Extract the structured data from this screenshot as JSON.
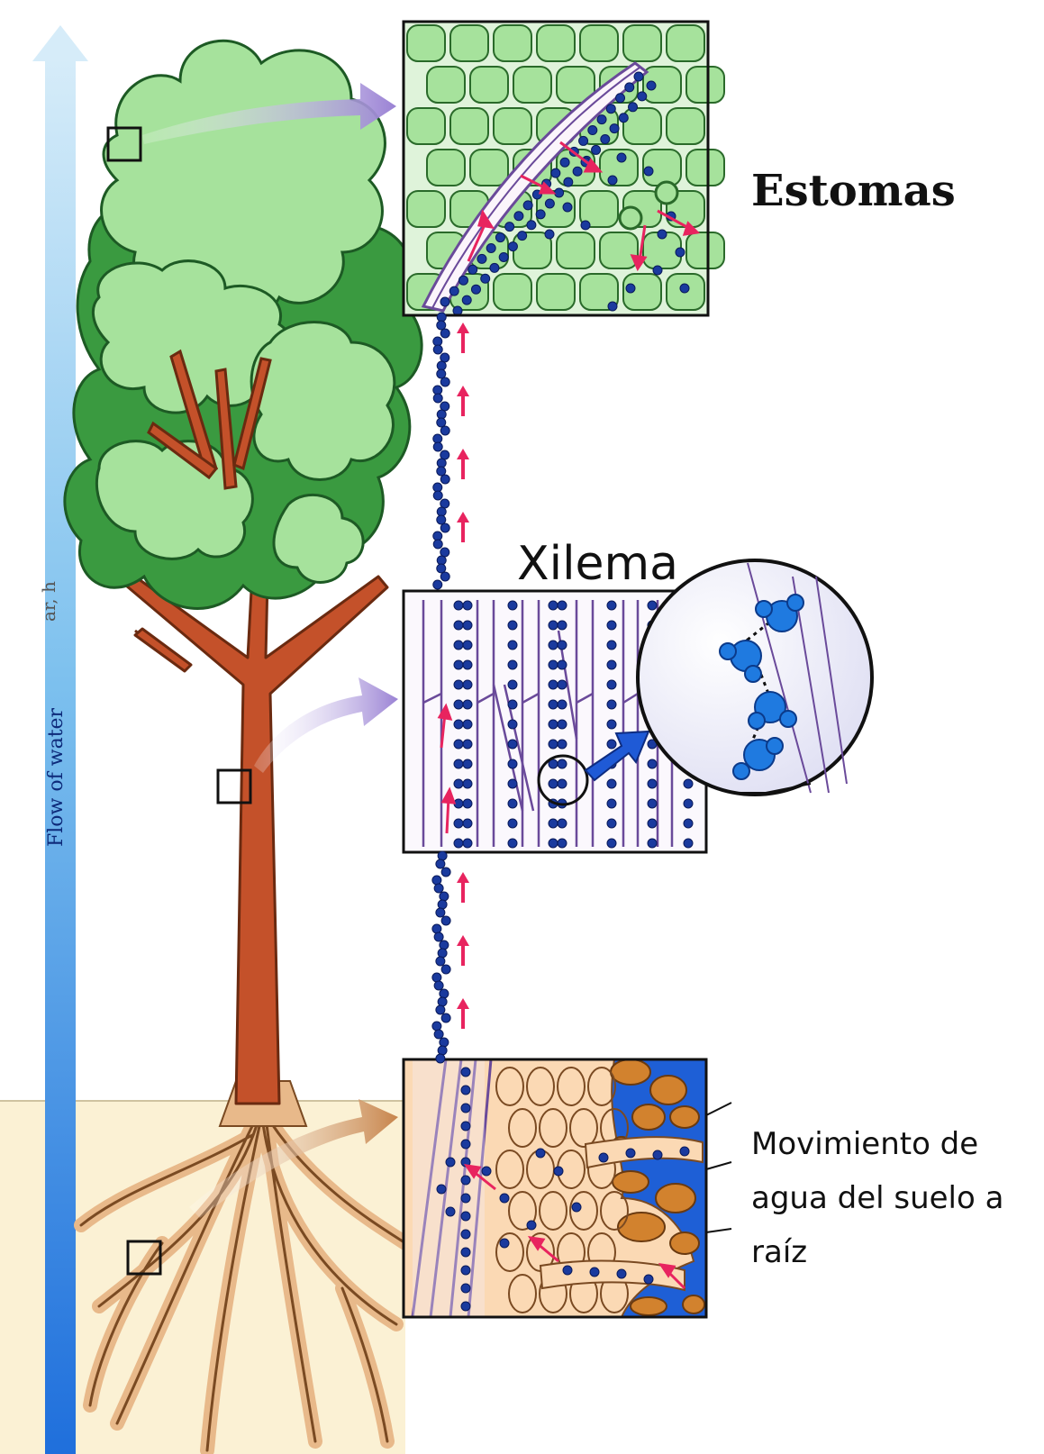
{
  "labels": {
    "stomata": "Estomas",
    "xylem": "Xilema",
    "soil_to_root": "Movimiento de agua del suelo a raíz",
    "flow": "Flow of water",
    "margin_fragment": "ar​, h"
  },
  "colors": {
    "flow_arrow_top": "#cfe8f8",
    "flow_arrow_bottom": "#1f7ae0",
    "leaf_light": "#a6e29c",
    "leaf_dark": "#3a9a40",
    "trunk": "#c4512a",
    "root": "#e8b98a",
    "soil": "#fbf1d4",
    "water_molecule": "#1a3a9e",
    "red_arrow": "#e8245f",
    "xylem_lines": "#6a4a9a",
    "callout_arrow": "#9a82d4",
    "soil_water": "#1e5fd6",
    "soil_particle": "#d2822e"
  },
  "icons": [
    "flow-arrow-icon",
    "callout-arrow-icon",
    "water-molecule-icon",
    "magnifier-circle-icon"
  ]
}
